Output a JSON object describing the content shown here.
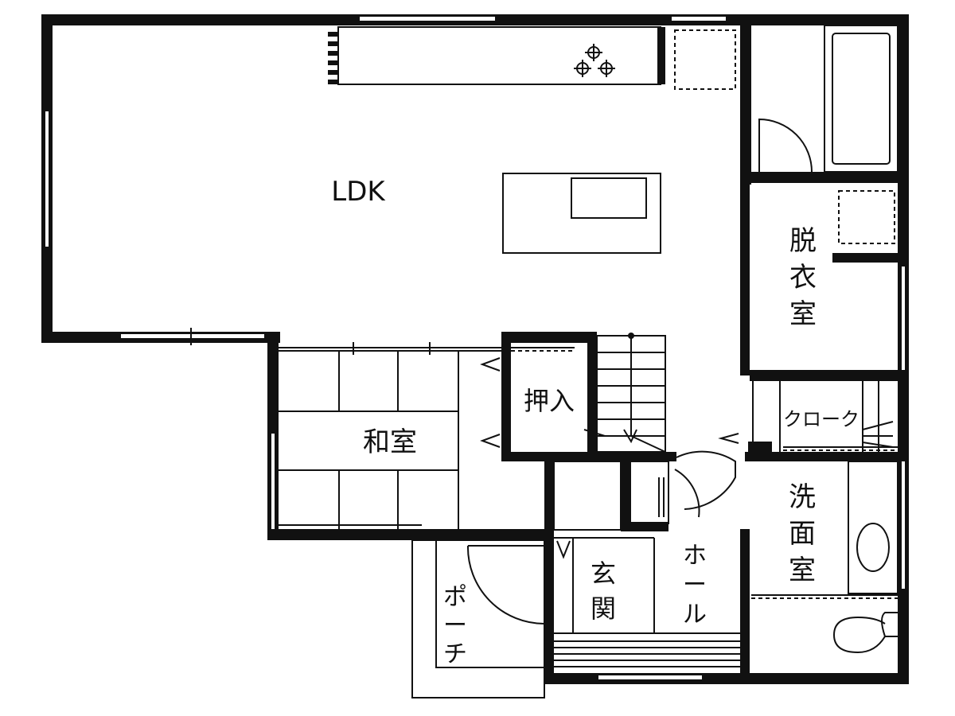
{
  "rooms": {
    "ldk": "LDK",
    "washitsu": "和室",
    "oshiire": "押入",
    "datsuishitsu": [
      "脱",
      "衣",
      "室"
    ],
    "cloak": "クローク",
    "senmenshitsu": [
      "洗",
      "面",
      "室"
    ],
    "hall": [
      "ホ",
      "ー",
      "ル"
    ],
    "genkan": [
      "玄",
      "関"
    ],
    "porch": [
      "ポ",
      "ー",
      "チ"
    ]
  },
  "colors": {
    "wall": "#111111",
    "background": "#ffffff"
  }
}
